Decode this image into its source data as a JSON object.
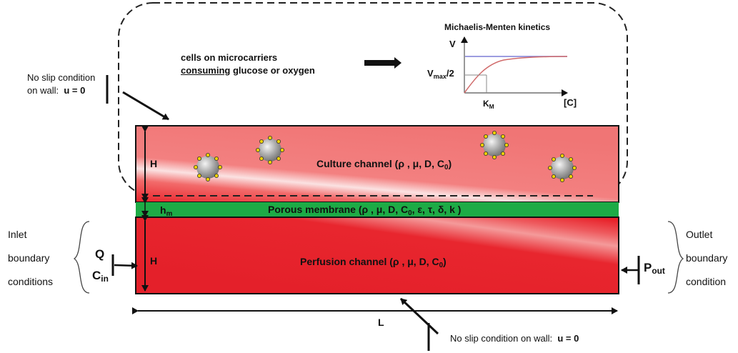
{
  "colors": {
    "culture_fill": "#f07878",
    "culture_glow": "#fbe0e0",
    "perfusion_fill": "#e8232b",
    "membrane_fill": "#1dab46",
    "bead_fill": "#9a9a9a",
    "bead_dot": "#f2d200",
    "kinetics_vmax_line": "#7d7dd6",
    "kinetics_curve": "#d06a6a"
  },
  "top_annotation": {
    "cells_line1": "cells on microcarriers",
    "cells_line2_underlined": "consuming",
    "cells_line2_rest": " glucose or oxygen",
    "arrow_icon": "right-arrow-icon"
  },
  "kinetics": {
    "title": "Michaelis-Menten kinetics",
    "y_label": "V",
    "half_label_main": "V",
    "half_label_sub": "max",
    "half_label_tail": "/2",
    "km_main": "K",
    "km_sub": "M",
    "x_label": "[C]"
  },
  "wall_note_top": {
    "line1": "No slip condition",
    "line2_prefix": "on wall:",
    "line2_bold": "u = 0"
  },
  "wall_note_bottom": {
    "prefix": "No slip condition on wall:",
    "bold": "u = 0"
  },
  "culture": {
    "height_label": "H",
    "label_prefix": "Culture channel (ρ , μ, D, C",
    "label_sub": "0",
    "label_suffix": ")"
  },
  "membrane": {
    "height_main": "h",
    "height_sub": "m",
    "label_prefix": "Porous membrane (ρ , μ, D, C",
    "label_sub": "0",
    "label_suffix": ", ε,  τ, δ, k )"
  },
  "perfusion": {
    "height_label": "H",
    "label_prefix": "Perfusion channel (ρ , μ, D, C",
    "label_sub": "0",
    "label_suffix": ")"
  },
  "inlet": {
    "line1": "Inlet",
    "line2": "boundary",
    "line3": "conditions",
    "q_label": "Q",
    "c_main": "C",
    "c_sub": "in"
  },
  "outlet": {
    "p_main": "P",
    "p_sub": "out",
    "line1": "Outlet",
    "line2": "boundary",
    "line3": "condition"
  },
  "length_label": "L"
}
